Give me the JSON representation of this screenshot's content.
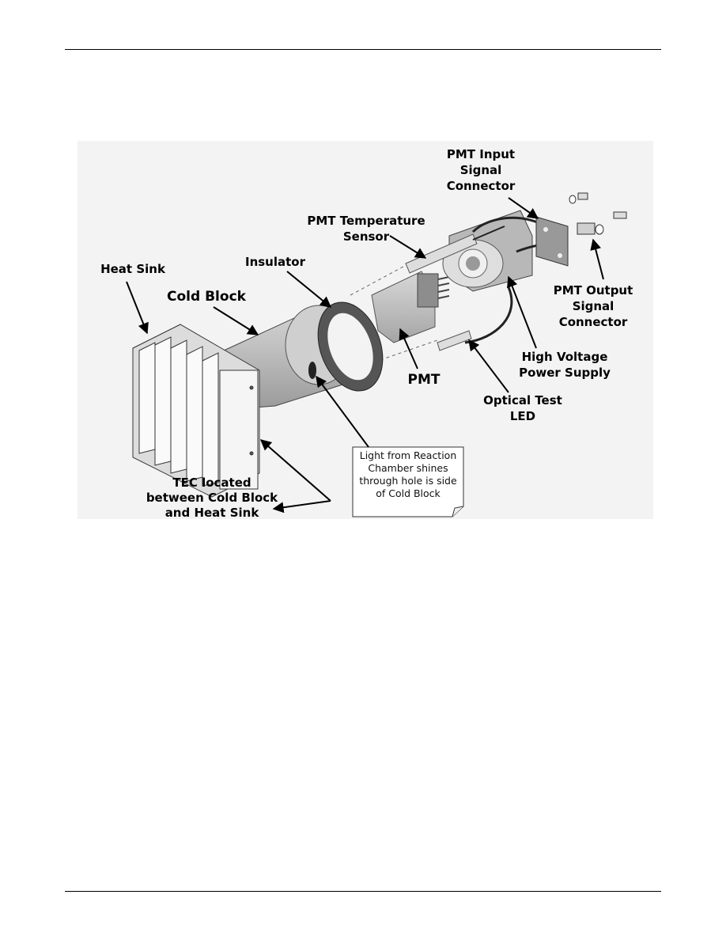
{
  "figure": {
    "labels": {
      "pmt_input_connector": [
        "PMT Input",
        "Signal",
        "Connector"
      ],
      "pmt_temp_sensor": [
        "PMT Temperature",
        "Sensor"
      ],
      "insulator": "Insulator",
      "heat_sink": "Heat Sink",
      "cold_block": "Cold Block",
      "pmt": "PMT",
      "pmt_output_connector": [
        "PMT Output",
        "Signal",
        "Connector"
      ],
      "hv_power_supply": [
        "High Voltage",
        "Power Supply"
      ],
      "optical_test_led": [
        "Optical Test",
        "LED"
      ],
      "tec": [
        "TEC located",
        "between Cold Block",
        "and Heat Sink"
      ]
    },
    "note": [
      "Light from Reaction",
      "Chamber shines",
      "through hole is side",
      "of  Cold Block"
    ]
  }
}
